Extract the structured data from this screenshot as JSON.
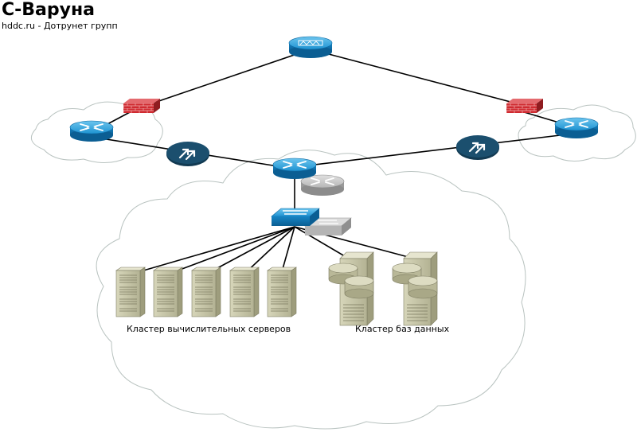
{
  "header": {
    "title": "С-Варуна",
    "subtitle": "hddc.ru - Дотрунет групп"
  },
  "clusters": {
    "compute_label": "Кластер вычислительных серверов",
    "database_label": "Кластер баз данных"
  },
  "colors": {
    "router_blue": "#1a8fd0",
    "firewall_red": "#c8282e",
    "vpn_dark": "#1b4f6e",
    "server_khaki": "#c9c8a8",
    "cloud_outline": "#b9c3c0",
    "link": "#000000"
  },
  "icons": {
    "router": "router-icon",
    "core_router": "core-router-icon",
    "firewall": "firewall-icon",
    "vpn": "vpn-concentrator-icon",
    "switch": "switch-icon",
    "server": "server-tower-icon",
    "db_server": "database-server-icon"
  }
}
